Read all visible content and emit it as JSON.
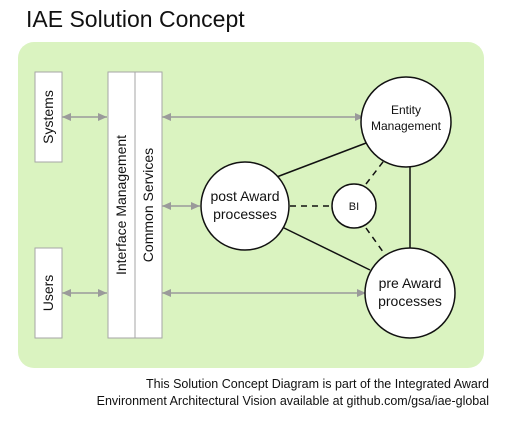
{
  "title": "IAE Solution Concept",
  "diagram": {
    "systems_label": "Systems",
    "users_label": "Users",
    "interface_label": "Interface Management",
    "common_label": "Common Services",
    "entity_line1": "Entity",
    "entity_line2": "Management",
    "post_line1": "post Award",
    "post_line2": "processes",
    "bi_label": "BI",
    "pre_line1": "pre Award",
    "pre_line2": "processes"
  },
  "caption": {
    "line1": "This Solution Concept Diagram is part of the Integrated Award",
    "line2": "Environment Architectural Vision available at github.com/gsa/iae-global"
  },
  "colors": {
    "panel": "#daf3c0",
    "box_fill": "#ffffff",
    "box_stroke": "#a6a6a6",
    "arrow": "#9a9a9a",
    "circle_stroke": "#111111",
    "text": "#111111"
  }
}
